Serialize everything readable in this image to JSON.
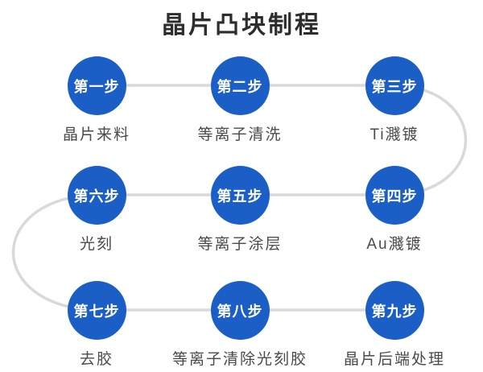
{
  "title": "晶片凸块制程",
  "colors": {
    "circle_fill": "#1a5ec6",
    "circle_text": "#ffffff",
    "connector": "#d9d9d9",
    "label_text": "#4a4a4a",
    "title_text": "#2d2d2d"
  },
  "steps": [
    {
      "step": "第一步",
      "name": "晶片来料"
    },
    {
      "step": "第二步",
      "name": "等离子清洗"
    },
    {
      "step": "第三步",
      "name": "Ti濺镀"
    },
    {
      "step": "第四步",
      "name": "Au濺镀"
    },
    {
      "step": "第五步",
      "name": "等离子涂层"
    },
    {
      "step": "第六步",
      "name": "光刻"
    },
    {
      "step": "第七步",
      "name": "去胶"
    },
    {
      "step": "第八步",
      "name": "等离子清除光刻胶"
    },
    {
      "step": "第九步",
      "name": "晶片后端处理"
    }
  ]
}
